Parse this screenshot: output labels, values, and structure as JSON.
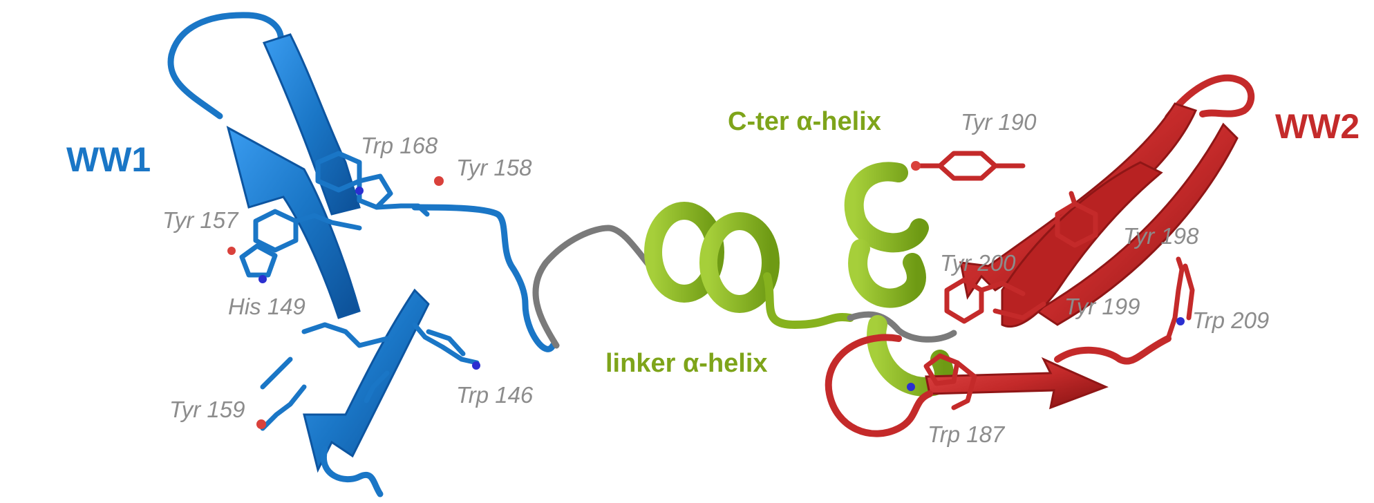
{
  "domains": {
    "ww1": {
      "label": "WW1",
      "color": "#1a76c6"
    },
    "ww2": {
      "label": "WW2",
      "color": "#c42a2a"
    }
  },
  "helices": {
    "linker": {
      "label": "linker α-helix",
      "color": "#86b21e"
    },
    "cter": {
      "label": "C-ter α-helix",
      "color": "#86b21e"
    }
  },
  "residues": {
    "trp168": "Trp 168",
    "tyr158": "Tyr 158",
    "tyr157": "Tyr 157",
    "his149": "His 149",
    "tyr159": "Tyr 159",
    "trp146": "Trp 146",
    "tyr190": "Tyr 190",
    "tyr200": "Tyr 200",
    "tyr198": "Tyr 198",
    "tyr199": "Tyr 199",
    "trp209": "Trp 209",
    "trp187": "Trp 187"
  },
  "colors": {
    "ww1_dark": "#0d55a0",
    "ww2_dark": "#8f1616",
    "helix_dark": "#5f8a10",
    "loop_gray": "#7a7a7a",
    "label_gray": "#8c8c8c",
    "oxygen": "#d9413b",
    "nitrogen": "#2b2fd0"
  }
}
